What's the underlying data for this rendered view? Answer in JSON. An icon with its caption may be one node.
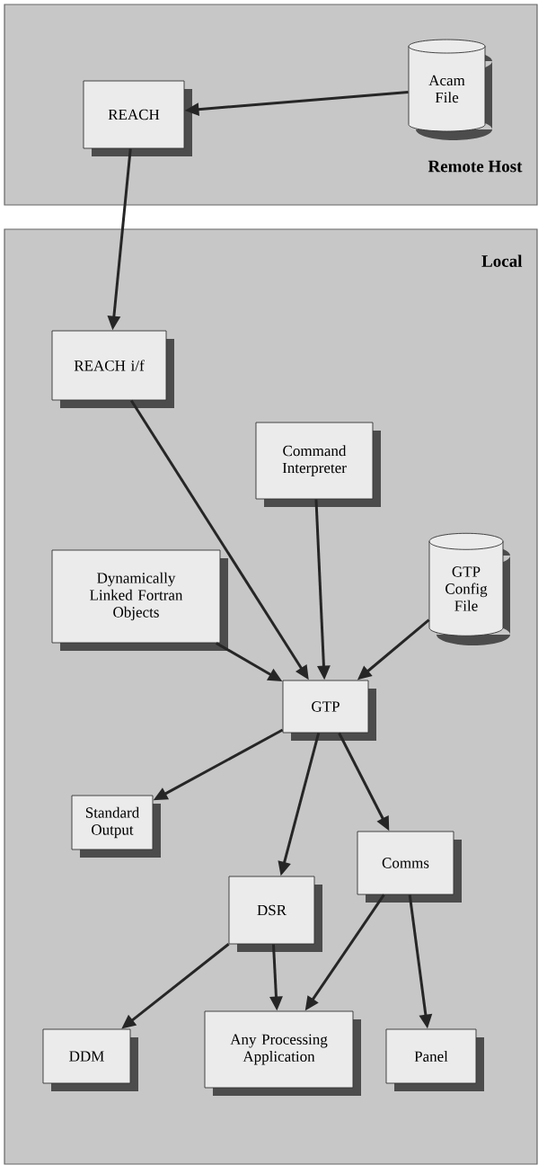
{
  "diagram": {
    "nodes": [
      {
        "text": [
          "Remote Host"
        ]
      },
      {
        "text": [
          "REACH"
        ],
        "in": 0
      },
      {
        "text": [
          "Acam File"
        ],
        "in": 0
      },
      {
        "text": [
          "Local"
        ]
      },
      {
        "text": [
          "REACH i/f"
        ],
        "in": 3
      },
      {
        "text": [
          "Command Interpreter"
        ],
        "in": 3
      },
      {
        "text": [
          "GTP Config File"
        ],
        "in": 3
      },
      {
        "text": [
          "Dynamically Linked Fortran Objects"
        ],
        "in": 3
      },
      {
        "text": [
          "GTP"
        ],
        "in": 3
      },
      {
        "text": [
          "Standard Output"
        ],
        "in": 3
      },
      {
        "text": [
          "Comms"
        ],
        "in": 3
      },
      {
        "text": [
          "DSR"
        ],
        "in": 3
      },
      {
        "text": [
          "DDM"
        ],
        "in": 3
      },
      {
        "text": [
          "Any Processing Application"
        ],
        "in": 3
      },
      {
        "text": [
          "Panel"
        ],
        "in": 3
      }
    ],
    "edges": [
      {
        "from": 2,
        "to": 1,
        "arrow": "to"
      },
      {
        "from": 1,
        "to": 4,
        "arrow": "to"
      },
      {
        "from": 4,
        "to": 8,
        "arrow": "to"
      },
      {
        "from": 5,
        "to": 8,
        "arrow": "to"
      },
      {
        "from": 7,
        "to": 8,
        "arrow": "to"
      },
      {
        "from": 6,
        "to": 8,
        "arrow": "to"
      },
      {
        "from": 8,
        "to": 9,
        "arrow": "to"
      },
      {
        "from": 8,
        "to": 11,
        "arrow": "to"
      },
      {
        "from": 8,
        "to": 10,
        "arrow": "to"
      },
      {
        "from": 11,
        "to": 12,
        "arrow": "to"
      },
      {
        "from": 11,
        "to": 13,
        "arrow": "to"
      },
      {
        "from": 10,
        "to": 13,
        "arrow": "to"
      },
      {
        "from": 10,
        "to": 14,
        "arrow": "to"
      }
    ]
  }
}
